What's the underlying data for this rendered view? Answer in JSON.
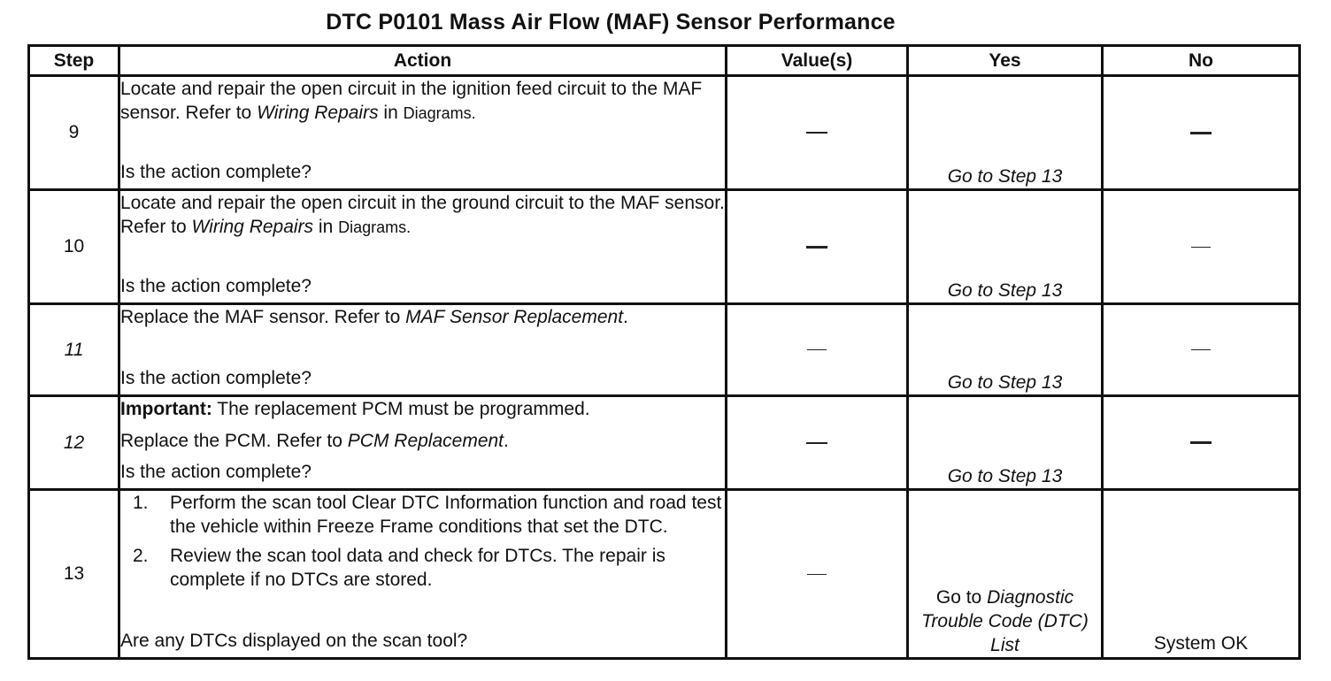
{
  "title": "DTC P0101 Mass Air Flow (MAF) Sensor Performance",
  "headers": {
    "step": "Step",
    "action": "Action",
    "values": "Value(s)",
    "yes": "Yes",
    "no": "No"
  },
  "rows": [
    {
      "step": "9",
      "action": {
        "pre": "Locate and repair the open circuit in the ignition feed circuit to the MAF sensor. Refer to ",
        "ref": "Wiring Repairs",
        "mid": " in ",
        "tail": "Diagrams.",
        "question": "Is the action complete?"
      },
      "value": "—",
      "yes": "Go to Step 13",
      "no": "—"
    },
    {
      "step": "10",
      "action": {
        "pre": "Locate and repair the open circuit in the ground circuit to the MAF sensor. Refer to ",
        "ref": "Wiring Repairs",
        "mid": " in ",
        "tail": "Diagrams.",
        "question": "Is the action complete?"
      },
      "value": "—",
      "yes": "Go to Step 13",
      "no": "—"
    },
    {
      "step": "11",
      "action": {
        "pre": "Replace the MAF sensor. Refer to ",
        "ref": "MAF Sensor Replacement",
        "post": ".",
        "question": "Is the action complete?"
      },
      "value": "—",
      "yes": "Go to Step 13",
      "no": "—"
    },
    {
      "step": "12",
      "action": {
        "important_label": "Important:",
        "important_text": " The replacement PCM must be programmed.",
        "pre": "Replace the PCM. Refer to ",
        "ref": "PCM Replacement",
        "post": ".",
        "question": "Is the action complete?"
      },
      "value": "—",
      "yes": "Go to Step 13",
      "no": "—"
    },
    {
      "step": "13",
      "action": {
        "items": [
          {
            "num": "1.",
            "text": "Perform the scan tool Clear DTC Information function and road test the vehicle within Freeze Frame conditions that set the DTC."
          },
          {
            "num": "2.",
            "text": "Review the scan tool data and check for DTCs. The repair is complete if no DTCs are stored."
          }
        ],
        "question": "Are any DTCs displayed on the scan tool?"
      },
      "value": "—",
      "yes_prefix": "Go to ",
      "yes_ref": "Diagnostic Trouble Code (DTC) List",
      "no": "System OK"
    }
  ]
}
